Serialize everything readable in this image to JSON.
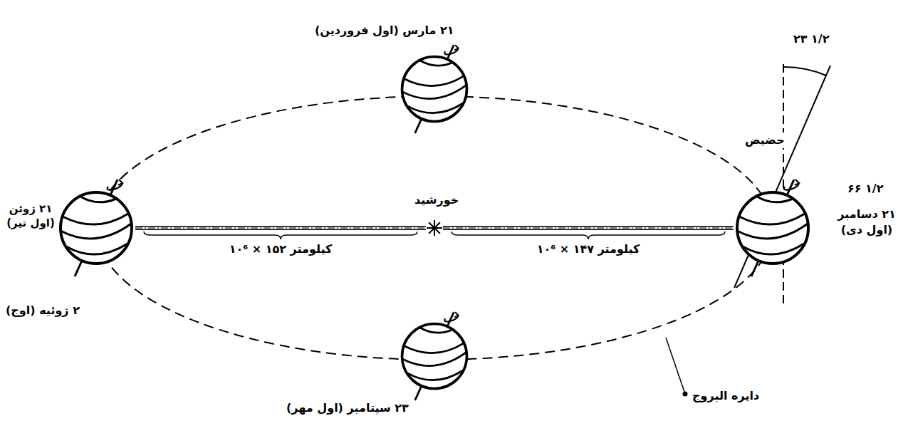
{
  "diagram": {
    "nodes": [
      {
        "text": [
          "۲۱ مارس (اول فروردین)"
        ]
      },
      {
        "text": [
          "۲۱ ژوئن (اول تیر)",
          "۲ ژوئیه (اوج)"
        ]
      },
      {
        "text": [
          "خورشید"
        ]
      },
      {
        "text": [
          "۲۱ دسامبر (اول دی)"
        ]
      },
      {
        "text": [
          "۲۳ سپتامبر (اول مهر)"
        ]
      }
    ],
    "edges": [
      {
        "from": 1,
        "to": 2,
        "arrow": "none",
        "label": "۱۰⁶ × ۱۵۲ کیلومتر"
      },
      {
        "from": 2,
        "to": 3,
        "arrow": "none",
        "label": "۱۰⁶ × ۱۴۷ کیلومتر"
      }
    ],
    "labels": [
      "حضیض",
      "۶۶ ۱/۲",
      "۲۳ ۱/۲",
      "دایره البروج"
    ]
  }
}
